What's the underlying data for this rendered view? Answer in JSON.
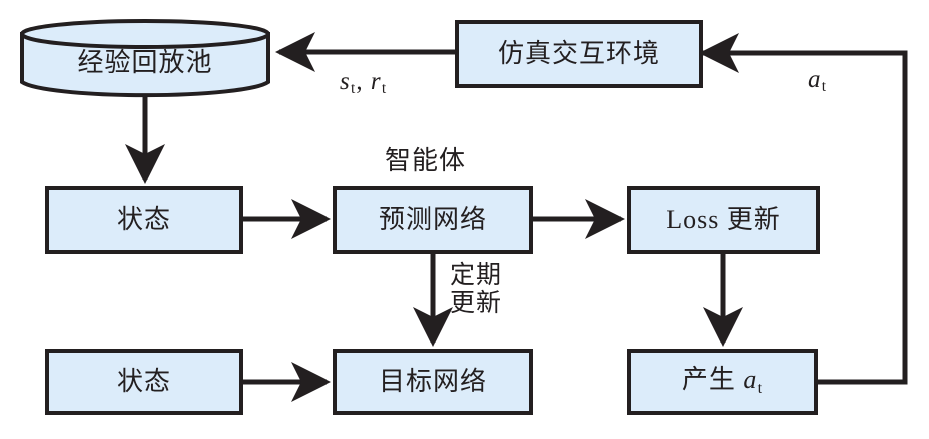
{
  "diagram": {
    "title": "DQN reinforcement learning training loop",
    "colors": {
      "node_fill": "#dcecfa",
      "stroke": "#231f20",
      "background": "#ffffff"
    },
    "nodes": {
      "replay_buffer": {
        "label": "经验回放池",
        "shape": "cylinder"
      },
      "environment": {
        "label": "仿真交互环境",
        "shape": "rect"
      },
      "state_top": {
        "label": "状态",
        "shape": "rect"
      },
      "predict_network": {
        "label": "预测网络",
        "shape": "rect"
      },
      "loss_update": {
        "label": "Loss 更新",
        "shape": "rect"
      },
      "state_bottom": {
        "label": "状态",
        "shape": "rect"
      },
      "target_network": {
        "label": "目标网络",
        "shape": "rect"
      },
      "action_generate": {
        "label_prefix": "产生 ",
        "label_symbol": "a",
        "label_subscript": "t",
        "shape": "rect"
      }
    },
    "labels": {
      "agent": "智能体",
      "state_reward_symbol_1": "s",
      "state_reward_sub_1": "t",
      "state_reward_separator": ", ",
      "state_reward_symbol_2": "r",
      "state_reward_sub_2": "t",
      "action_symbol": "a",
      "action_sub": "t",
      "periodic_update_line1": "定期",
      "periodic_update_line2": "更新"
    },
    "edges": [
      {
        "from": "environment",
        "to": "replay_buffer",
        "label": "s_t, r_t",
        "direction": "left"
      },
      {
        "from": "replay_buffer",
        "to": "state_top",
        "label": "",
        "direction": "down"
      },
      {
        "from": "state_top",
        "to": "predict_network",
        "label": "",
        "direction": "right"
      },
      {
        "from": "predict_network",
        "to": "loss_update",
        "label": "",
        "direction": "right"
      },
      {
        "from": "predict_network",
        "to": "target_network",
        "label": "定期更新",
        "direction": "down"
      },
      {
        "from": "loss_update",
        "to": "action_generate",
        "label": "",
        "direction": "down"
      },
      {
        "from": "state_bottom",
        "to": "target_network",
        "label": "",
        "direction": "right"
      },
      {
        "from": "action_generate",
        "to": "environment",
        "label": "a_t",
        "direction": "up-left"
      }
    ]
  }
}
